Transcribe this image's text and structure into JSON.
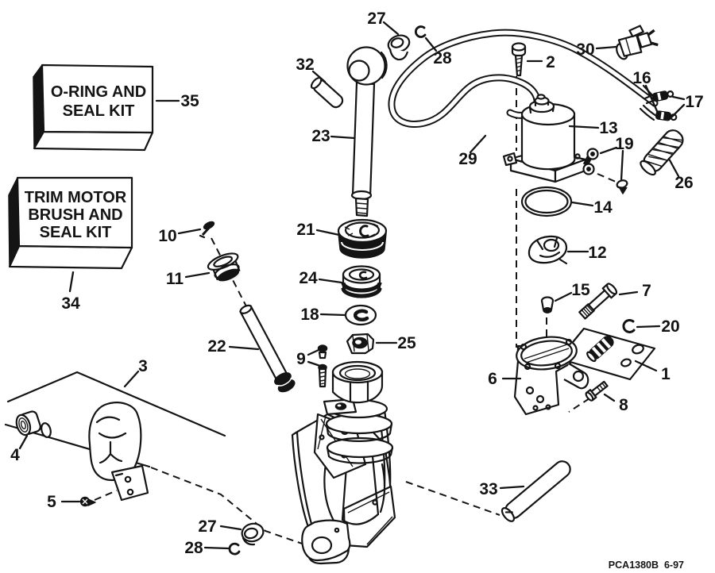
{
  "diagram": {
    "drawing_code": "PCA1380B  6-97",
    "background_color": "#ffffff",
    "ink_color": "#141414",
    "kit_boxes": [
      {
        "name": "o-ring-and-seal-kit",
        "lines": [
          "O-RING AND",
          "SEAL KIT"
        ],
        "callout": "35"
      },
      {
        "name": "trim-motor-brush-and-seal-kit",
        "lines": [
          "TRIM MOTOR",
          "BRUSH AND",
          "SEAL KIT"
        ],
        "callout": "34"
      }
    ],
    "callouts": {
      "n1": "1",
      "n2": "2",
      "n3": "3",
      "n4": "4",
      "n5": "5",
      "n6": "6",
      "n7": "7",
      "n8": "8",
      "n9": "9",
      "n10": "10",
      "n11": "11",
      "n12": "12",
      "n13": "13",
      "n14": "14",
      "n15": "15",
      "n16": "16",
      "n17": "17",
      "n18": "18",
      "n19": "19",
      "n20": "20",
      "n21": "21",
      "n22": "22",
      "n23": "23",
      "n24": "24",
      "n25": "25",
      "n26": "26",
      "n27_top": "27",
      "n27_bottom": "27",
      "n28_top": "28",
      "n28_bottom": "28",
      "n29": "29",
      "n30": "30",
      "n32": "32",
      "n33": "33",
      "n34": "34",
      "n35": "35"
    }
  }
}
